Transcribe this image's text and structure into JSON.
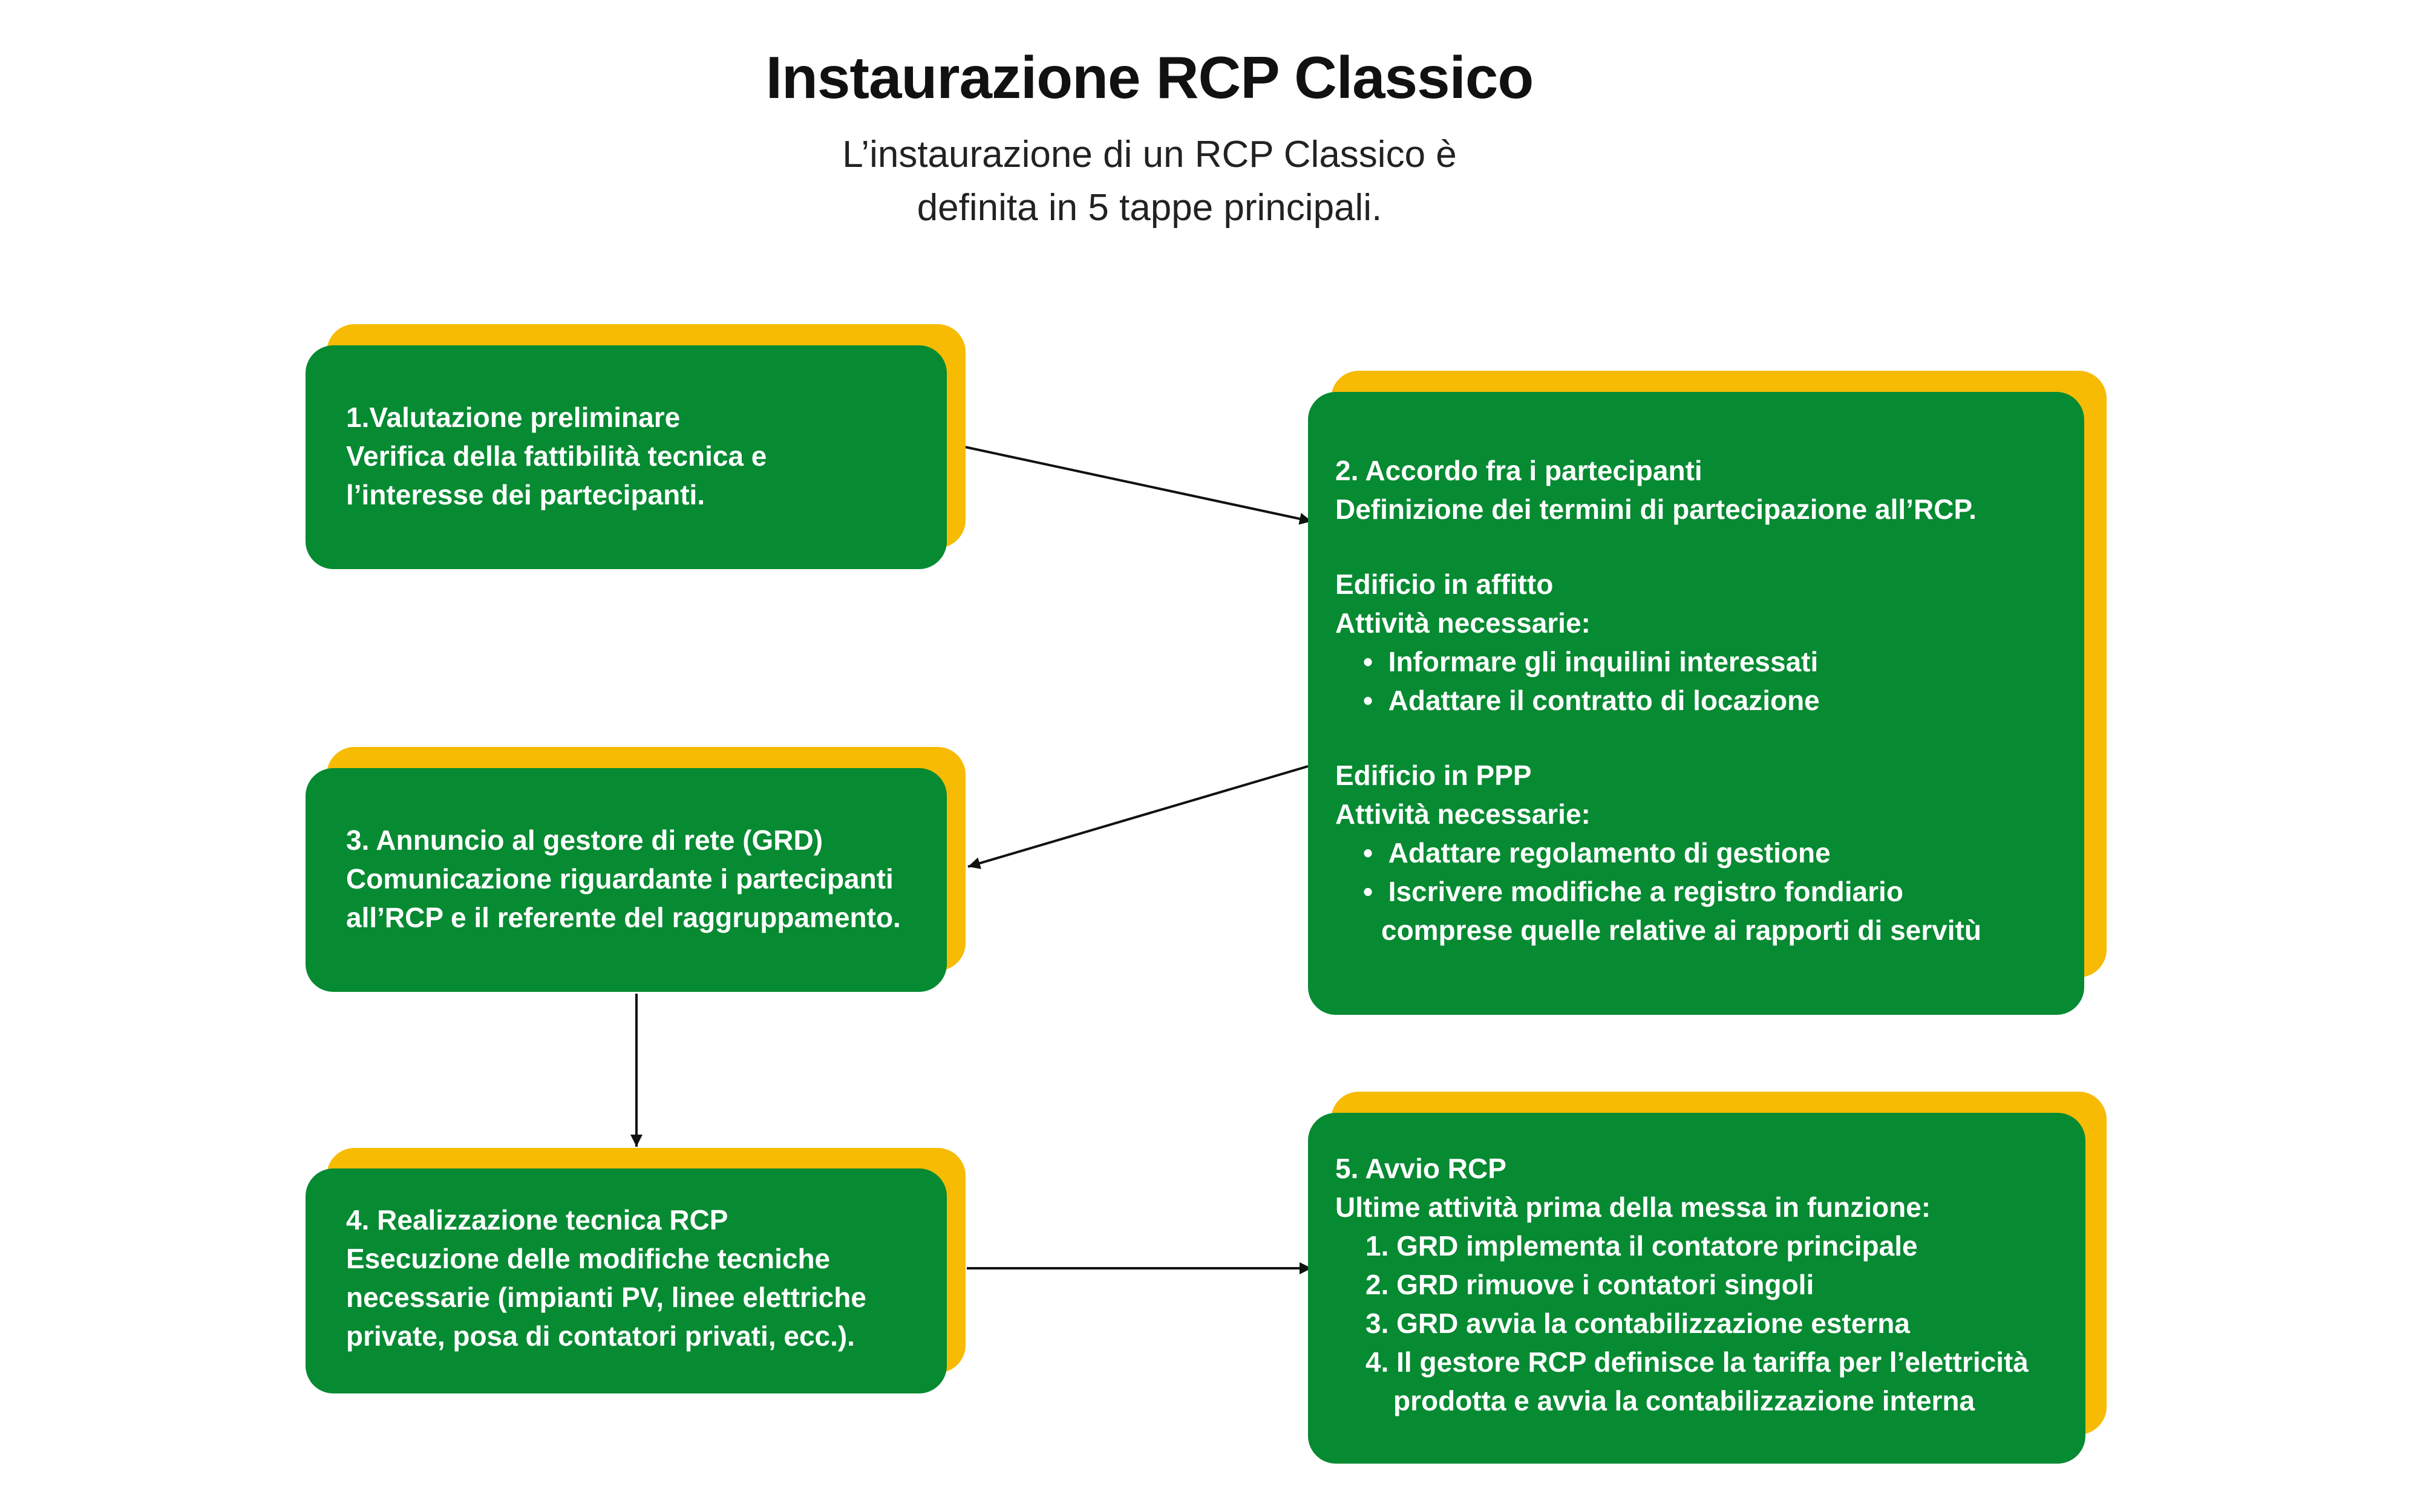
{
  "title": "Instaurazione RCP Classico",
  "subtitle_line1": "L’instaurazione di un RCP Classico è",
  "subtitle_line2": "definita in 5 tappe principali.",
  "colors": {
    "card": "#068a32",
    "shadow": "#f7bb04",
    "text": "#ffffff"
  },
  "step1": {
    "title": "1.Valutazione preliminare",
    "line1": "Verifica della fattibilità tecnica e",
    "line2": "l’interesse dei partecipanti."
  },
  "step2": {
    "title": "2. Accordo fra i partecipanti",
    "desc": "Definizione dei termini di partecipazione all’RCP.",
    "rent_title": "Edificio in affitto",
    "rent_sub": "Attività necessarie:",
    "rent_items": [
      "Informare gli inquilini interessati",
      "Adattare il contratto di locazione"
    ],
    "ppp_title": "Edificio in PPP",
    "ppp_sub": "Attività necessarie:",
    "ppp_items": [
      "Adattare regolamento di gestione",
      "Iscrivere modifiche a registro fondiario comprese quelle relative ai rapporti di servitù"
    ]
  },
  "step3": {
    "title": "3. Annuncio al gestore di rete (GRD)",
    "line1": "Comunicazione riguardante i partecipanti",
    "line2": "all’RCP e il referente del raggruppamento."
  },
  "step4": {
    "title": "4. Realizzazione tecnica RCP",
    "line1": "Esecuzione delle modifiche tecniche",
    "line2": "necessarie (impianti PV, linee elettriche",
    "line3": "private, posa di contatori privati, ecc.)."
  },
  "step5": {
    "title": "5. Avvio RCP",
    "desc": "Ultime attività prima della messa in funzione:",
    "items": [
      "GRD implementa il contatore principale",
      "GRD rimuove i contatori singoli",
      "GRD avvia la contabilizzazione esterna",
      "Il gestore RCP definisce la tariffa per l’elettricità prodotta e avvia la contabilizzazione interna"
    ]
  }
}
